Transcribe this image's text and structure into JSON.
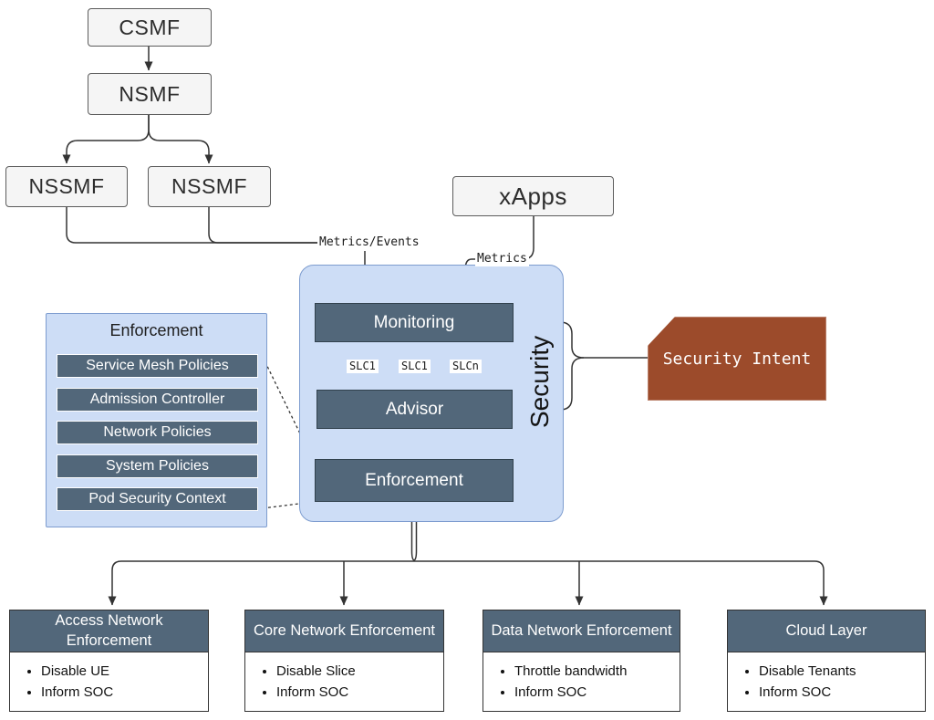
{
  "hierarchy": {
    "csmf": "CSMF",
    "nsmf": "NSMF",
    "nssmf_left": "NSSMF",
    "nssmf_right": "NSSMF",
    "xapps": "xApps"
  },
  "edge_labels": {
    "metrics_events": "Metrics/Events",
    "metrics": "Metrics",
    "slc_1": "SLC1",
    "slc_2": "SLC1",
    "slc_n": "SLCn"
  },
  "security_container": {
    "monitoring": "Monitoring",
    "advisor": "Advisor",
    "enforcement": "Enforcement",
    "side_label": "Security"
  },
  "enforcement_panel": {
    "title": "Enforcement",
    "items": [
      "Service Mesh Policies",
      "Admission Controller",
      "Network Policies",
      "System Policies",
      "Pod Security Context"
    ]
  },
  "security_intent": {
    "label": "Security Intent"
  },
  "bottom_boxes": [
    {
      "title": "Access Network Enforcement",
      "items": [
        "Disable UE",
        "Inform SOC"
      ]
    },
    {
      "title": "Core Network Enforcement",
      "items": [
        "Disable Slice",
        "Inform SOC"
      ]
    },
    {
      "title": "Data Network Enforcement",
      "items": [
        "Throttle bandwidth",
        "Inform SOC"
      ]
    },
    {
      "title": "Cloud Layer",
      "items": [
        "Disable Tenants",
        "Inform SOC"
      ]
    }
  ],
  "colors": {
    "slate": "#52677a",
    "slate_border": "#31414d",
    "container_fill": "#cdddf6",
    "container_border": "#7d9ccf",
    "gray_fill": "#f5f5f5",
    "gray_border": "#5c5c5c",
    "intent_fill": "#9c4b2b",
    "line": "#333333"
  }
}
